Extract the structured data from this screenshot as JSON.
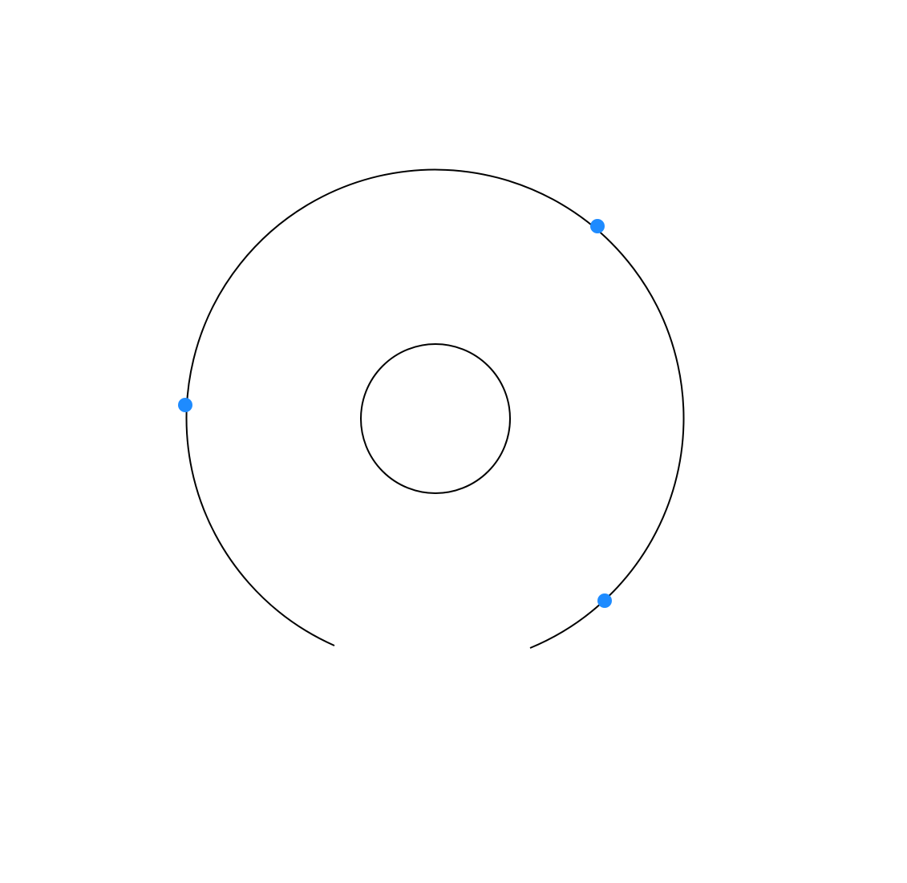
{
  "colors": {
    "stroke": "#000000",
    "handle": "#1E8BFF",
    "background": "#ffffff"
  },
  "handles": [
    {
      "name": "handle-top-right"
    },
    {
      "name": "handle-left"
    },
    {
      "name": "handle-bottom-right"
    }
  ]
}
